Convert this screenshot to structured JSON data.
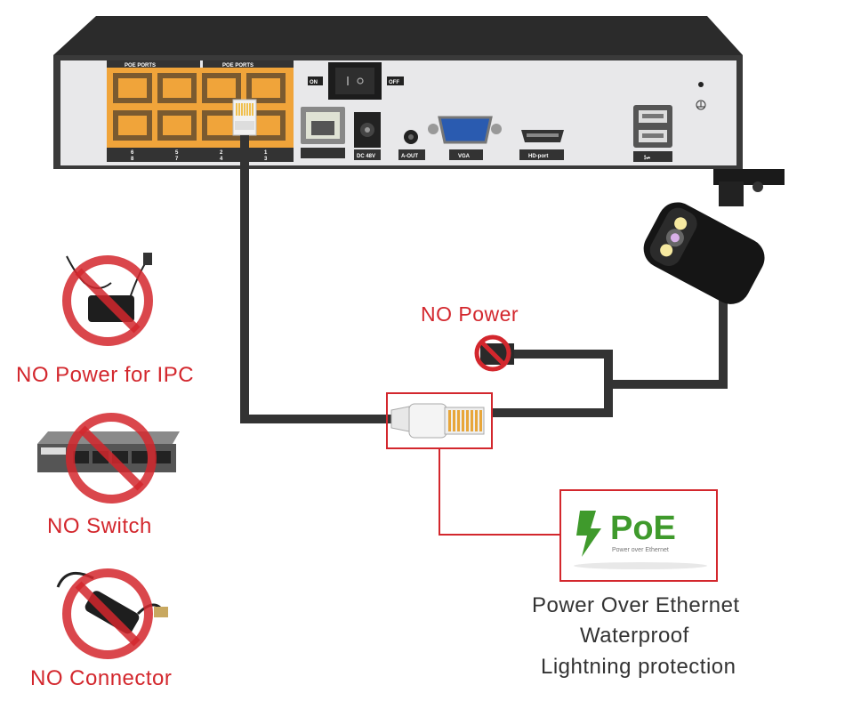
{
  "nvr": {
    "poe_ports_label_left": "POE PORTS",
    "poe_ports_label_right": "POE PORTS",
    "port_numbers_top": [
      "6",
      "5",
      "2",
      "1"
    ],
    "port_numbers_bottom": [
      "8",
      "7",
      "4",
      "3"
    ],
    "switch_on": "ON",
    "switch_off": "OFF",
    "dc_label": "DC 48V",
    "aout_label": "A-OUT",
    "vga_label": "VGA",
    "hd_label": "HD-port"
  },
  "labels": {
    "no_power": "NO Power",
    "no_power_ipc": "NO Power for IPC",
    "no_switch": "NO Switch",
    "no_connector": "NO Connector"
  },
  "poe_logo": {
    "text": "PoE",
    "subtext": "Power over Ethernet"
  },
  "features": {
    "line1": "Power Over Ethernet",
    "line2": "Waterproof",
    "line3": "Lightning protection"
  },
  "colors": {
    "accent_red": "#d3272d",
    "cable": "#333333",
    "poe_green": "#3f9a2c",
    "port_orange": "#f0a43a"
  }
}
